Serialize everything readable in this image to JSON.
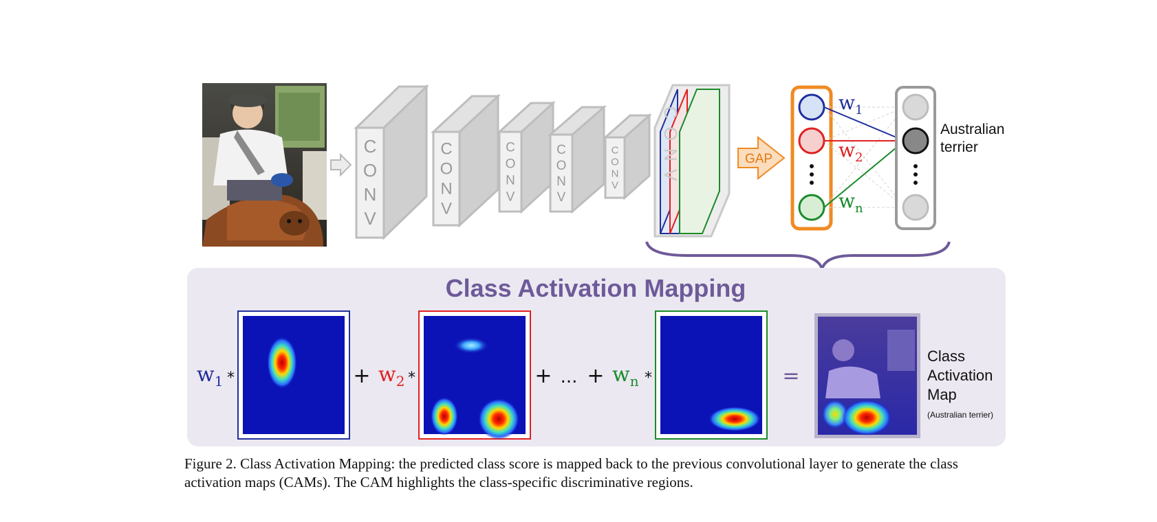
{
  "conv_layers": [
    {
      "label": "C O N V"
    },
    {
      "label": "C O N V"
    },
    {
      "label": "C O N V"
    },
    {
      "label": "C O N V"
    },
    {
      "label": "C O N V"
    },
    {
      "label": "C O N V"
    }
  ],
  "gap_label": "GAP",
  "weights": [
    {
      "base": "w",
      "sub": "1",
      "color": "#1f2f9c"
    },
    {
      "base": "w",
      "sub": "2",
      "color": "#e02020"
    },
    {
      "base": "w",
      "sub": "n",
      "color": "#1a8a2a"
    }
  ],
  "class_label": [
    "Australian",
    "terrier"
  ],
  "cam_title": "Class Activation Mapping",
  "equation": {
    "plus": "+",
    "ellipsis": "...",
    "star": "*",
    "equals": "="
  },
  "cam_output_label": [
    "Class",
    "Activation",
    "Map"
  ],
  "cam_output_sublabel": "(Australian terrier)",
  "caption": [
    "Figure 2. Class Activation Mapping: the predicted class score is mapped back to the previous convolutional layer to generate the class",
    "activation maps (CAMs). The CAM highlights the class-specific discriminative regions."
  ],
  "colors": {
    "blue": "#1f2f9c",
    "red": "#e02020",
    "green": "#1a8a2a",
    "orange": "#f08a24",
    "purple": "#6e5a99",
    "panel_bg": "#ebe8f1",
    "heat_bg": "#0b12b6"
  }
}
